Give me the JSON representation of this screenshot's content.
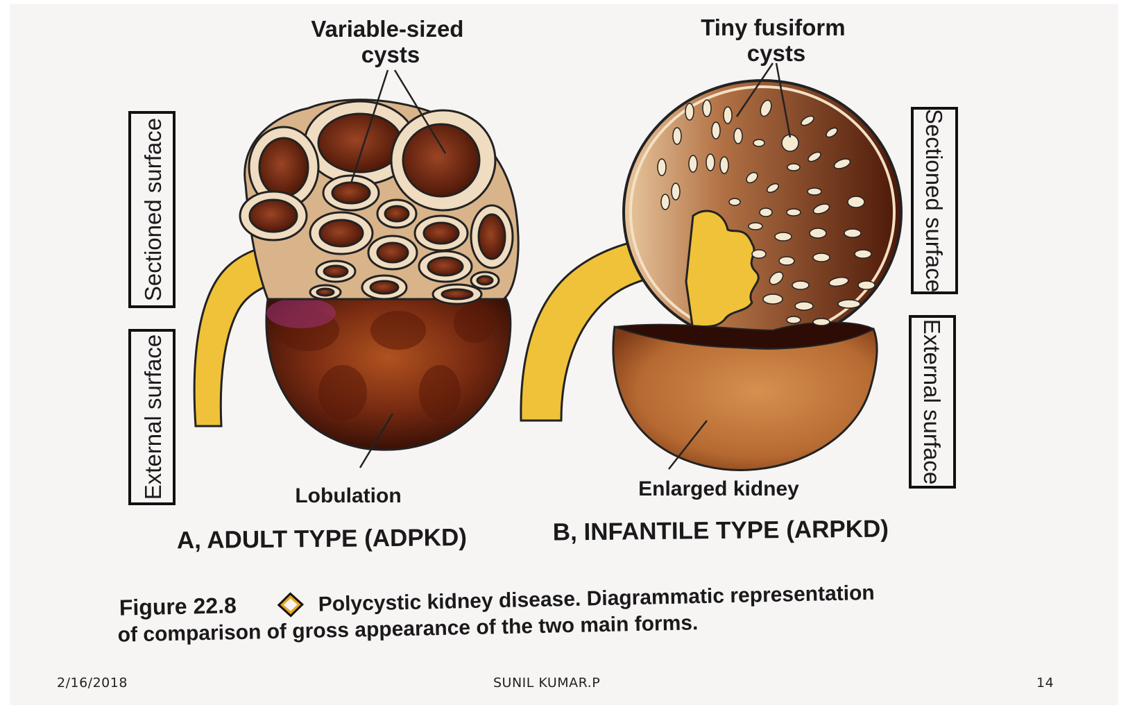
{
  "labels": {
    "variable_sized_cysts": [
      "Variable-sized",
      "cysts"
    ],
    "tiny_fusiform_cysts": [
      "Tiny fusiform",
      "cysts"
    ],
    "sectioned_surface_left": "Sectioned surface",
    "external_surface_left": "External surface",
    "sectioned_surface_right": "Sectioned surface",
    "external_surface_right": "External surface",
    "lobulation": "Lobulation",
    "enlarged_kidney": "Enlarged kidney",
    "panel_a": "A, ADULT TYPE (ADPKD)",
    "panel_b": "B, INFANTILE TYPE (ARPKD)"
  },
  "caption": {
    "figure_number": "Figure 22.8",
    "line1": "Polycystic kidney disease. Diagrammatic representation",
    "line2": "of comparison of gross appearance of the two main forms."
  },
  "footer": {
    "date": "2/16/2018",
    "author": "SUNIL KUMAR.P",
    "page": "14"
  },
  "colors": {
    "ureter": "#f0c23a",
    "kidney_dark": "#6b2410",
    "kidney_light": "#c97a3e",
    "cyst_rim": "#f0dcc0"
  }
}
